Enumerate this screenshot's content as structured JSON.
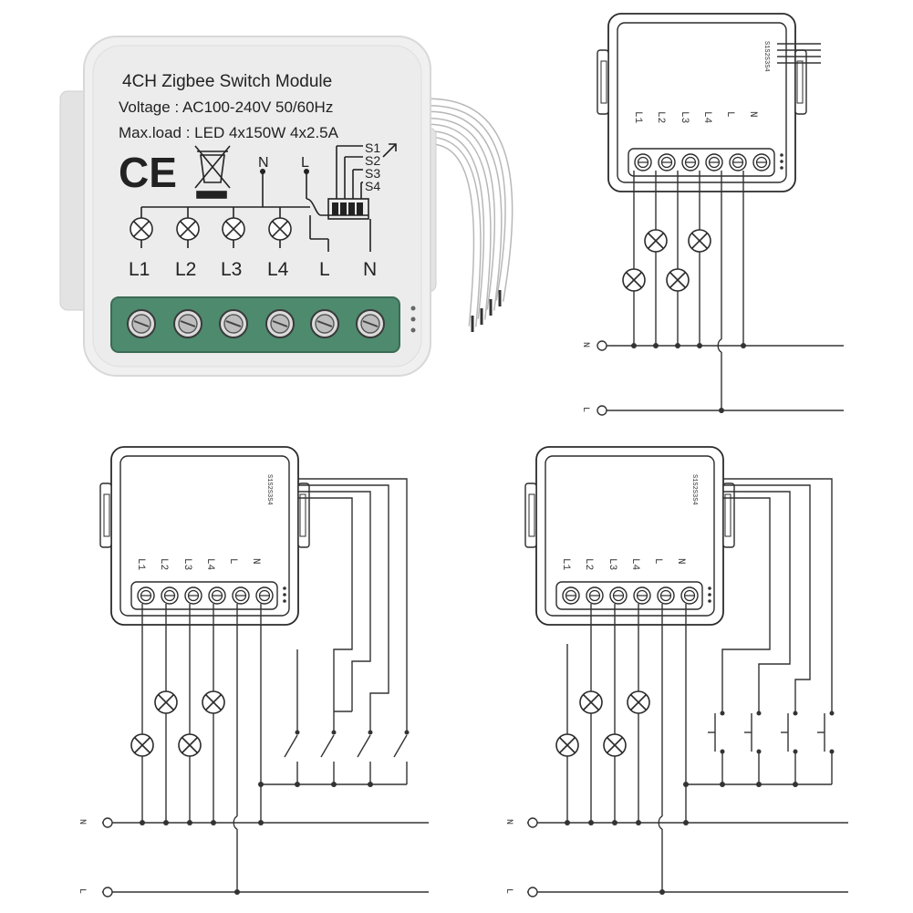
{
  "product": {
    "title": "4CH Zigbee Switch Module",
    "voltage": "Voltage : AC100-240V 50/60Hz",
    "max_load": "Max.load : LED 4x150W   4x2.5A",
    "ce_mark": "CE",
    "top_labels": {
      "n": "N",
      "l": "L"
    },
    "switch_labels": [
      "S1",
      "S2",
      "S3",
      "S4"
    ],
    "terminal_labels": [
      "L1",
      "L2",
      "L3",
      "L4",
      "L",
      "N"
    ],
    "colors": {
      "terminal_block": "#4e8a6e",
      "housing": "#eeeeee",
      "wires": "#ffffff"
    }
  },
  "diagrams": {
    "module_terminal_labels": [
      "L1",
      "L2",
      "L3",
      "L4",
      "L",
      "N"
    ],
    "line_labels": {
      "neutral": "N",
      "live": "L"
    }
  }
}
